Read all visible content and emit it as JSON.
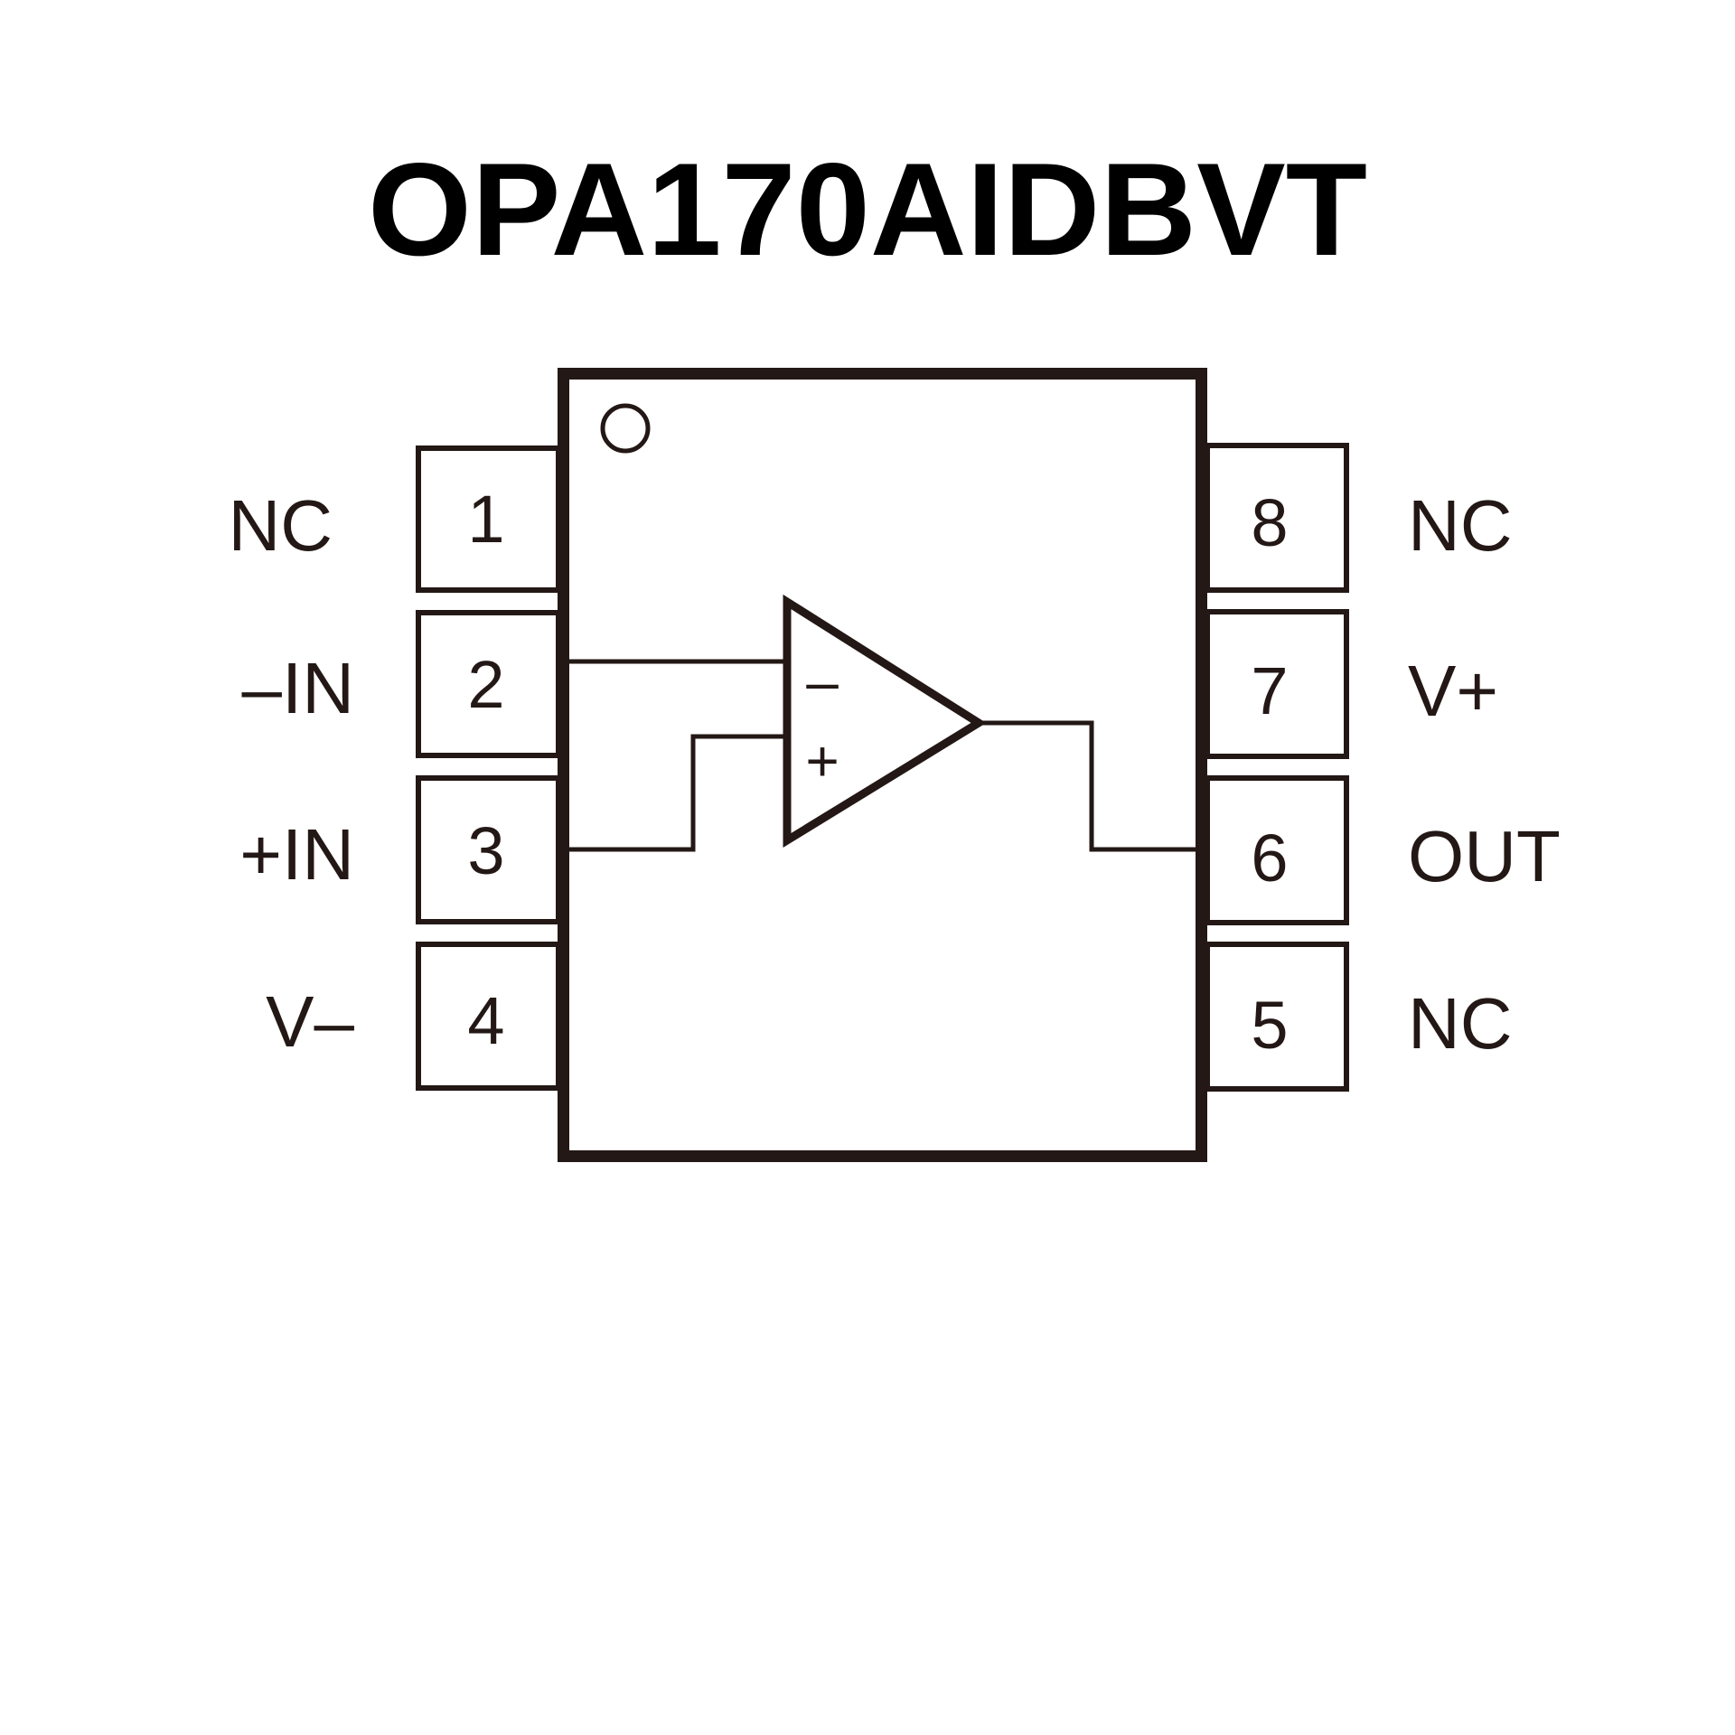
{
  "title": "OPA170AIDBVT",
  "colors": {
    "ink": "#231815",
    "background": "#ffffff"
  },
  "package": {
    "pin1_marker": "circle-icon",
    "left_pins": [
      {
        "number": "1",
        "label": "NC"
      },
      {
        "number": "2",
        "label": "–IN"
      },
      {
        "number": "3",
        "label": "+IN"
      },
      {
        "number": "4",
        "label": "V–"
      }
    ],
    "right_pins": [
      {
        "number": "8",
        "label": "NC"
      },
      {
        "number": "7",
        "label": "V+"
      },
      {
        "number": "6",
        "label": "OUT"
      },
      {
        "number": "5",
        "label": "NC"
      }
    ]
  },
  "opamp": {
    "inverting_symbol": "–",
    "noninverting_symbol": "+"
  }
}
